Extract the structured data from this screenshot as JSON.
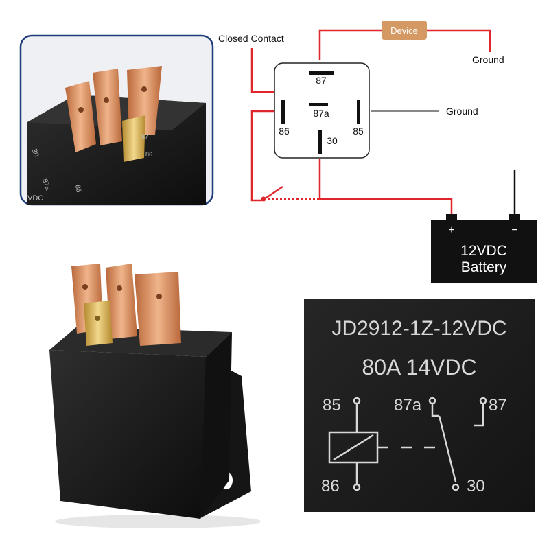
{
  "wiring": {
    "closed_contact_label": "Closed Contact",
    "device_label": "Device",
    "ground_top_label": "Ground",
    "ground_mid_label": "Ground",
    "pin_87": "87",
    "pin_87a": "87a",
    "pin_86": "86",
    "pin_85": "85",
    "pin_30": "30",
    "battery_plus": "+",
    "battery_minus": "−",
    "battery_line1": "12VDC",
    "battery_line2": "Battery"
  },
  "label_plate": {
    "model": "JD2912-1Z-12VDC",
    "rating": "80A 14VDC",
    "pin_85": "85",
    "pin_87a": "87a",
    "pin_87": "87",
    "pin_86": "86",
    "pin_30": "30"
  },
  "photo_inset": {
    "pin_30": "30",
    "pin_87a": "87a",
    "pin_85": "85",
    "pin_87": "87",
    "pin_86": "86",
    "vdc_text": "VDC"
  },
  "colors": {
    "wire": "#e0252b",
    "device_fill": "#d59a63",
    "frame": "#1f3d7a",
    "relay_body": "#1a1a1a",
    "copper": "#d98c5a",
    "brass": "#d8b556"
  }
}
